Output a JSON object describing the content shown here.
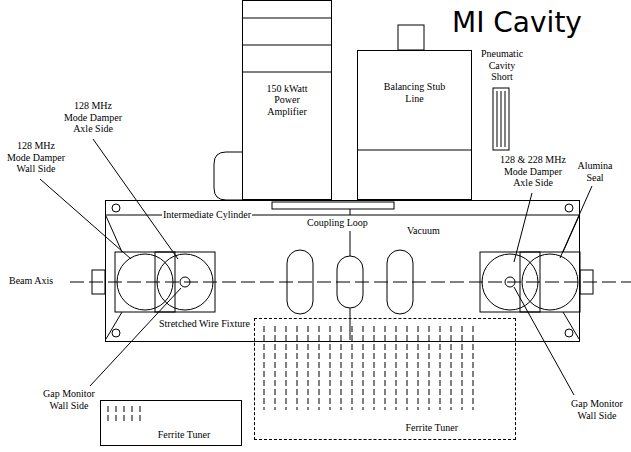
{
  "diagram": {
    "title": "MI Cavity",
    "nodes": [
      {
        "text": [
          "150 kWatt Power Amplifier"
        ]
      },
      {
        "text": [
          "Balancing Stub Line"
        ]
      },
      {
        "text": [
          "Vacuum"
        ]
      },
      {
        "text": [
          "Ferrite Tuner"
        ]
      },
      {
        "text": [
          "Ferrite Tuner"
        ]
      }
    ],
    "labels": [
      "Pneumatic Cavity Short",
      "128 MHz Mode Damper Wall Side",
      "128 MHz Mode Damper Axle Side",
      "128 & 228 MHz Mode Damper Axle Side",
      "Alumina Seal",
      "Intermediate Cylinder",
      "Coupling Loop",
      "Beam Axis",
      "Stretched Wire Fixture",
      "Gap Monitor Wall Side",
      "Gap Monitor Wall Side"
    ]
  }
}
